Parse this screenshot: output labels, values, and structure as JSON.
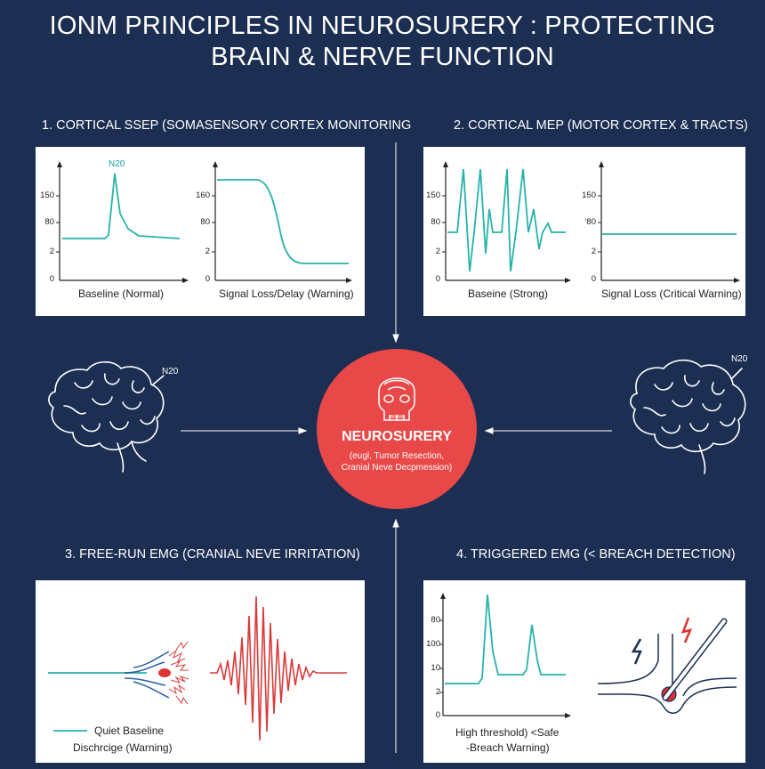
{
  "title": {
    "line1": "IONM PRINCIPLES IN NEUROSURERY : PROTECTING",
    "line2": "BRAIN & NERVE FUNCTION"
  },
  "sections": {
    "ssep": {
      "heading": "1. CORTICAL SSEP (SOMASENSORY CORTEX MONITORING",
      "graph1": {
        "label": "Baseline (Normal)",
        "ticks": [
          "150",
          "80",
          "2",
          "0"
        ],
        "peak_label": "N20"
      },
      "graph2": {
        "label": "Signal Loss/Delay (Warning)",
        "ticks": [
          "160",
          "80",
          "2",
          "0"
        ]
      }
    },
    "mep": {
      "heading": "2. CORTICAL MEP (MOTOR CORTEX & TRACTS)",
      "graph1": {
        "label": "Baseine (Strong)",
        "ticks": [
          "150",
          "80",
          "2",
          "0"
        ]
      },
      "graph2": {
        "label": "Signal Loss (Critical Warning)",
        "ticks": [
          "150",
          "'80",
          "2",
          "0"
        ]
      }
    },
    "emg_free": {
      "heading": "3. FREE-RUN EMG (CRANIAL NEVE IRRITATION)",
      "legend_line1": "Quiet Baseline",
      "legend_line2": "Dischrcige (Warning)"
    },
    "emg_trig": {
      "heading": "4. TRIGGERED EMG (< BREACH DETECTION)",
      "ticks": [
        "80",
        "100",
        "10",
        "2",
        "0"
      ],
      "label_line1": "High threshold) <Safe",
      "label_line2": "-Breach Warning)"
    }
  },
  "center": {
    "title": "NEUROSURERY",
    "sub_line1": "(eugl, Tumor Resection,",
    "sub_line2": "Cranial Neve Decpmession)",
    "skull_text": "BRAM"
  },
  "brain_left_label": "N20",
  "brain_right_label": "N20",
  "colors": {
    "background": "#1c2f52",
    "teal": "#27b3a8",
    "red": "#e94848",
    "panel": "#ffffff"
  }
}
